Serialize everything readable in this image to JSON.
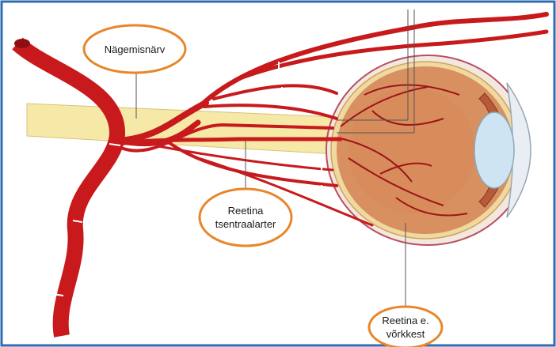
{
  "colors": {
    "frame_border": "#2f6db3",
    "artery": "#c8191c",
    "artery_dark": "#8e0f12",
    "nerve": "#f6e9a8",
    "eyeball": "#d89060",
    "callout_outline": "#e8862a",
    "leader_line": "#555555"
  },
  "labels": {
    "optic_nerve": "Nägemisnärv",
    "central_retinal_artery_line1": "Reetina",
    "central_retinal_artery_line2": "tsentraalarter",
    "retina_line1": "Reetina e.",
    "retina_line2": "võrkkest"
  },
  "icons": {
    "eye": "eyeball-cross-section",
    "artery": "artery-vessel"
  }
}
